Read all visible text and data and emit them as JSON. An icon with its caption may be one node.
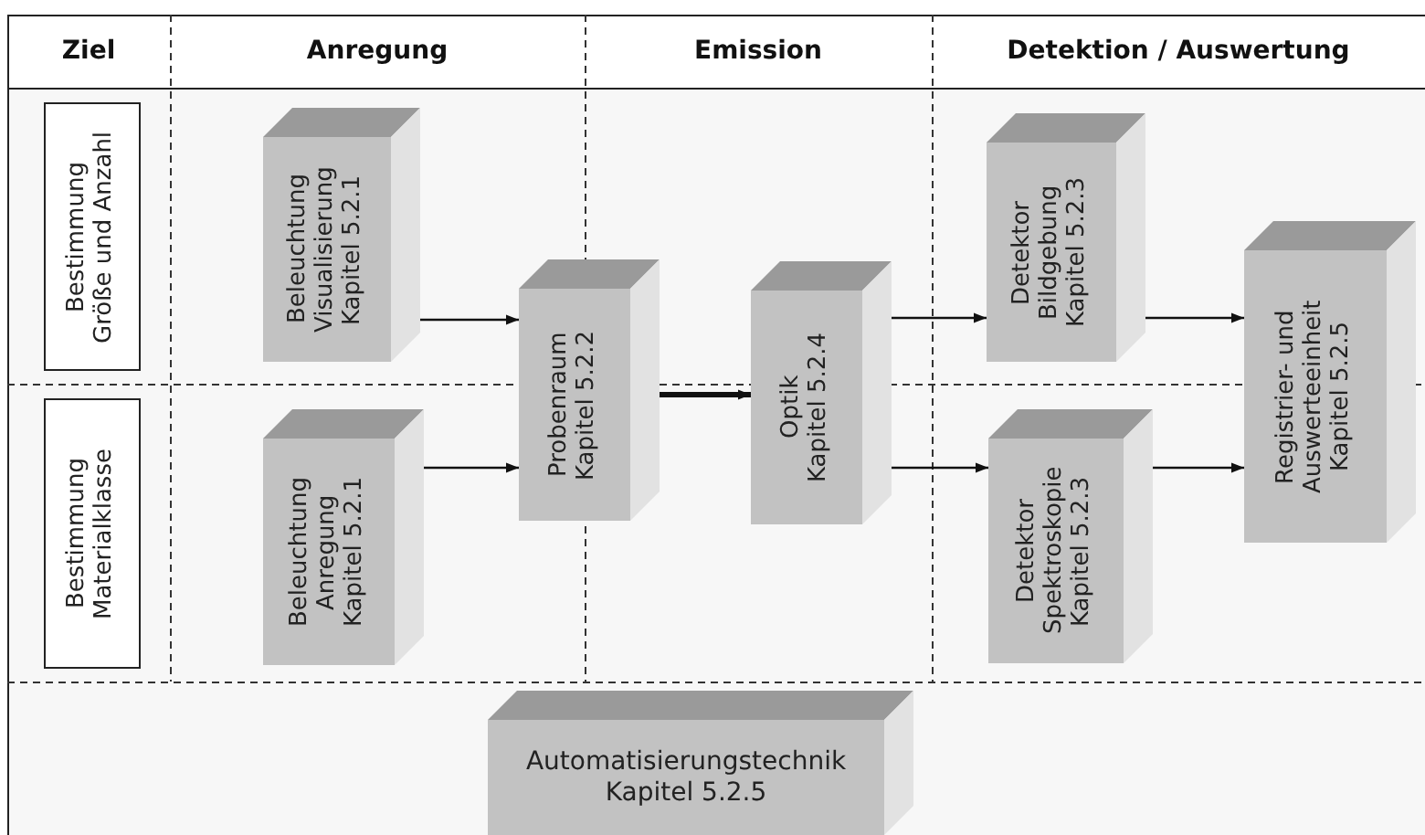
{
  "diagram": {
    "nodes": [
      {
        "text": [
          "Bestimmung",
          "Größe und Anzahl"
        ]
      },
      {
        "text": [
          "Bestimmung",
          "Materialklasse"
        ]
      },
      {
        "text": [
          "Beleuchtung Visualisierung",
          "Kapitel 5.2.1"
        ]
      },
      {
        "text": [
          "Beleuchtung Anregung",
          "Kapitel 5.2.1"
        ]
      },
      {
        "text": [
          "Probenraum",
          "Kapitel 5.2.2"
        ]
      },
      {
        "text": [
          "Optik",
          "Kapitel 5.2.4"
        ]
      },
      {
        "text": [
          "Detektor Bildgebung",
          "Kapitel 5.2.3"
        ]
      },
      {
        "text": [
          "Detektor Spektroskopie",
          "Kapitel 5.2.3"
        ]
      },
      {
        "text": [
          "Registrier- und Auswerteeinheit",
          "Kapitel 5.2.5"
        ]
      },
      {
        "text": [
          "Automatisierungstechnik",
          "Kapitel 5.2.5"
        ]
      }
    ],
    "edges": [
      {
        "from": 2,
        "to": 4,
        "arrow": "to"
      },
      {
        "from": 3,
        "to": 4,
        "arrow": "to"
      },
      {
        "from": 4,
        "to": 5,
        "arrow": "to",
        "style": "thick"
      },
      {
        "from": 5,
        "to": 6,
        "arrow": "to"
      },
      {
        "from": 5,
        "to": 7,
        "arrow": "to"
      },
      {
        "from": 6,
        "to": 8,
        "arrow": "to"
      },
      {
        "from": 7,
        "to": 8,
        "arrow": "to"
      }
    ],
    "labels": [
      "Ziel",
      "Anregung",
      "Emission",
      "Detektion / Auswertung"
    ]
  }
}
